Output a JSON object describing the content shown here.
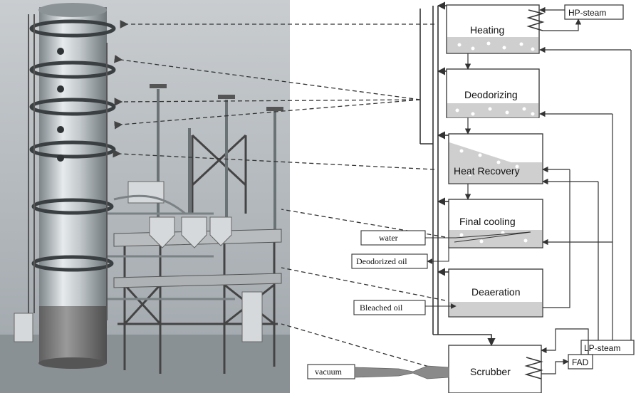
{
  "units": {
    "heating": "Heating",
    "deodorizing": "Deodorizing",
    "heat_recovery": "Heat Recovery",
    "final_cooling": "Final cooling",
    "deaeration": "Deaeration",
    "scrubber": "Scrubber"
  },
  "streams": {
    "hp_steam": "HP-steam",
    "lp_steam": "LP-steam",
    "fad": "FAD",
    "water": "water",
    "deodorized_oil": "Deodorized oil",
    "bleached_oil": "Bleached oil",
    "vacuum": "vacuum"
  },
  "colors": {
    "unit_fill": "#ffffff",
    "oil_fill": "#cfcfcf",
    "line": "#333333",
    "photo_bg": "#a9b0b5"
  }
}
